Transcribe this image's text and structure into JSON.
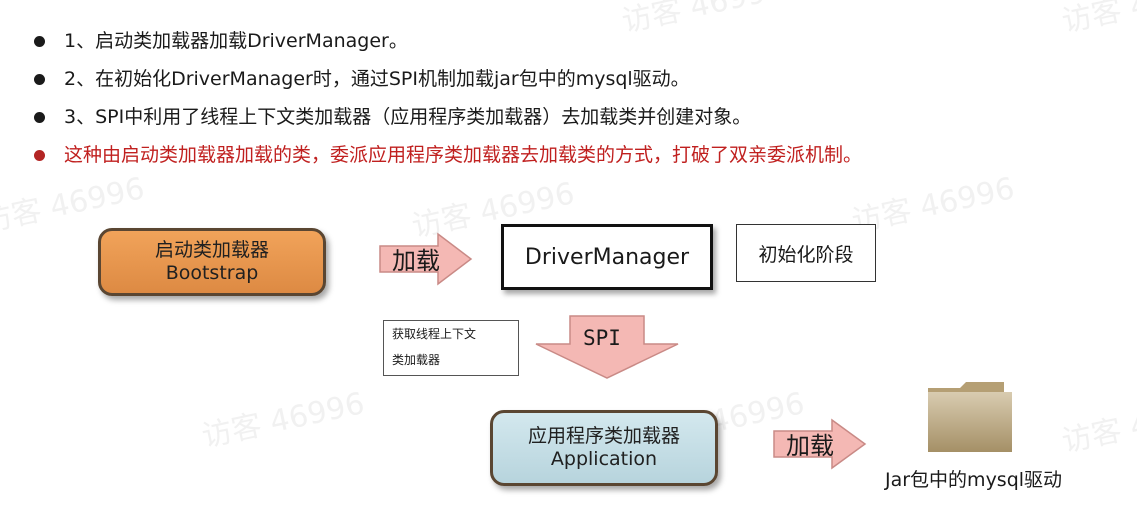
{
  "bullets": [
    {
      "text": "1、启动类加载器加载DriverManager。",
      "color": "#1a1a1a"
    },
    {
      "text": "2、在初始化DriverManager时，通过SPI机制加载jar包中的mysql驱动。",
      "color": "#1a1a1a"
    },
    {
      "text": "3、SPI中利用了线程上下文类加载器（应用程序类加载器）去加载类并创建对象。",
      "color": "#1a1a1a"
    },
    {
      "text": "这种由启动类加载器加载的类，委派应用程序类加载器去加载类的方式，打破了双亲委派机制。",
      "color": "#c0201f"
    }
  ],
  "diagram": {
    "bootstrap": {
      "line1": "启动类加载器",
      "line2": "Bootstrap",
      "fill": "#e69249"
    },
    "arrow_load_1": "加载",
    "driver_manager": "DriverManager",
    "init_phase": "初始化阶段",
    "context_note": {
      "line1": "获取线程上下文",
      "line2": "类加载器"
    },
    "spi_arrow": "SPI",
    "application": {
      "line1": "应用程序类加载器",
      "line2": "Application",
      "fill": "#c3dde4"
    },
    "arrow_load_2": "加载",
    "jar_label": "Jar包中的mysql驱动"
  },
  "watermark": "访客 46996",
  "colors": {
    "arrow_fill": "#f4b8b4",
    "arrow_stroke": "#c98a86",
    "folder": "#b59f74"
  }
}
